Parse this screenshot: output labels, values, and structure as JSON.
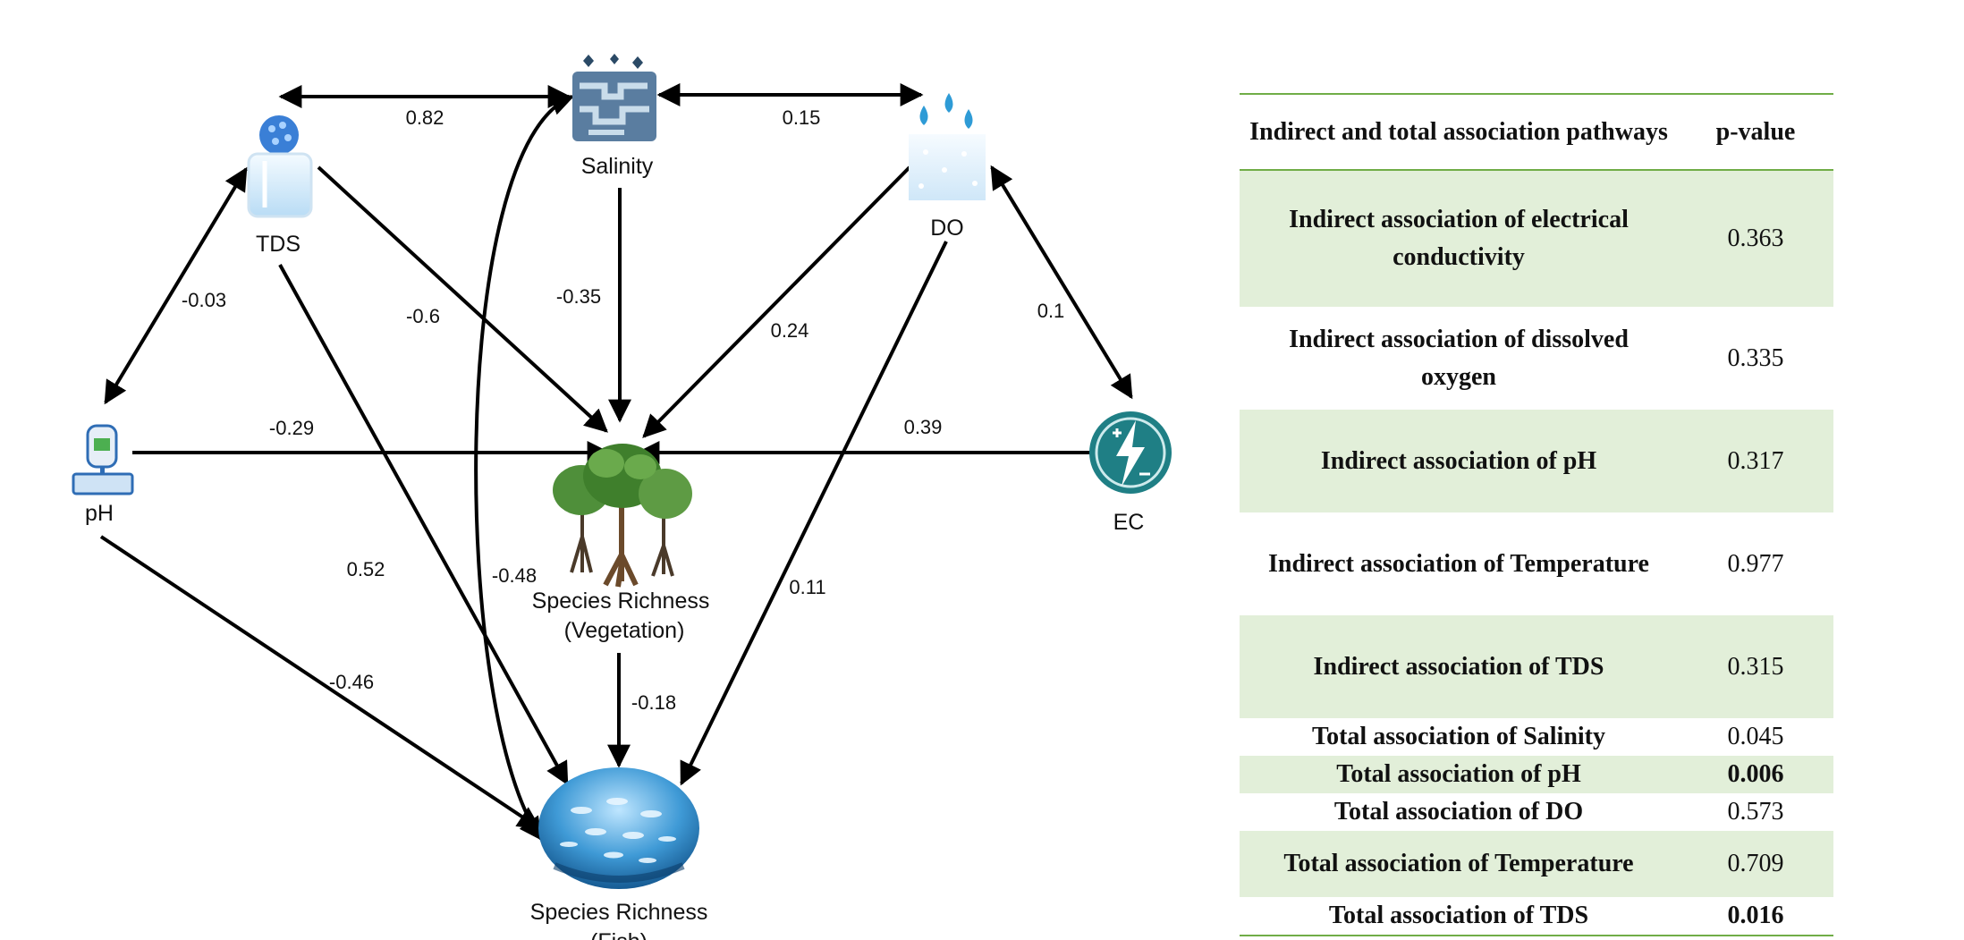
{
  "nodes": {
    "salinity": "Salinity",
    "tds": "TDS",
    "do": "DO",
    "ph": "pH",
    "ec": "EC",
    "veg_line1": "Species Richness",
    "veg_line2": "(Vegetation)",
    "fish_line1": "Species Richness",
    "fish_line2": "(Fish)"
  },
  "edges": {
    "tds_salinity": "0.82",
    "salinity_do": "0.15",
    "tds_ph": "-0.03",
    "do_ec": "0.1",
    "tds_veg": "-0.6",
    "salinity_veg": "-0.35",
    "do_veg": "0.24",
    "ph_veg": "-0.29",
    "ec_veg": "0.39",
    "tds_fish": "0.52",
    "salinity_fish": "-0.48",
    "do_fish": "0.11",
    "ph_fish": "-0.46",
    "veg_fish": "-0.18"
  },
  "table": {
    "header_pathway": "Indirect and total association pathways",
    "header_pvalue": "p-value",
    "rows": [
      {
        "pathway": "Indirect association of electrical conductivity",
        "p": "0.363"
      },
      {
        "pathway": "Indirect association of dissolved oxygen",
        "p": "0.335"
      },
      {
        "pathway": "Indirect association of pH",
        "p": "0.317"
      },
      {
        "pathway": "Indirect association of Temperature",
        "p": "0.977"
      },
      {
        "pathway": "Indirect association of TDS",
        "p": "0.315"
      },
      {
        "pathway": "Total  association of Salinity",
        "p": "0.045"
      },
      {
        "pathway": "Total  association of pH",
        "p": "0.006"
      },
      {
        "pathway": "Total  association of DO",
        "p": "0.573"
      },
      {
        "pathway": "Total  association of Temperature",
        "p": "0.709"
      },
      {
        "pathway": "Total  association of TDS",
        "p": "0.016"
      }
    ]
  },
  "colors": {
    "table_stripe": "#e2efd9",
    "table_rule": "#70ad47",
    "ec_icon": "#1f7f85",
    "water_blue": "#3a9ad9",
    "salinity_dark": "#2b4a66"
  },
  "icons": {
    "salinity": "salt-water-icon",
    "tds": "beaker-icon",
    "do": "water-drops-icon",
    "ph": "ph-meter-icon",
    "ec": "electric-bolt-icon",
    "vegetation": "trees-icon",
    "fish": "fish-school-icon"
  }
}
